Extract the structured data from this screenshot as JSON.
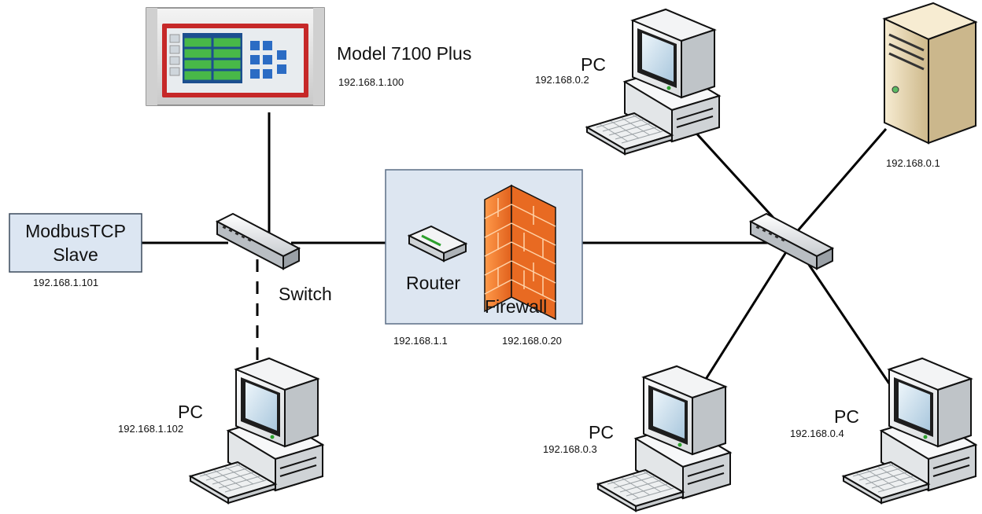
{
  "diagram": {
    "model": {
      "name": "Model 7100 Plus",
      "ip": "192.168.1.100"
    },
    "slave": {
      "line1": "ModbusTCP",
      "line2": "Slave",
      "ip": "192.168.1.101"
    },
    "switch_label": "Switch",
    "router": {
      "label": "Router",
      "ip": "192.168.1.1"
    },
    "firewall": {
      "label": "Firewall",
      "ip": "192.168.0.20"
    },
    "pc_left": {
      "label": "PC",
      "ip": "192.168.1.102"
    },
    "pc_top": {
      "label": "PC",
      "ip": "192.168.0.2"
    },
    "server": {
      "ip": "192.168.0.1"
    },
    "pc_bottom_mid": {
      "label": "PC",
      "ip": "192.168.0.3"
    },
    "pc_bottom_right": {
      "label": "PC",
      "ip": "192.168.0.4"
    }
  },
  "colors": {
    "line": "#000000",
    "slave_box_fill": "#dce6f2",
    "slave_box_stroke": "#3b4a5c",
    "router_group_fill": "#dde6f1",
    "router_group_stroke": "#5b6f86",
    "firewall_orange": "#f07a2e",
    "screen_green": "#3fae3a",
    "server_beige": "#ead9b3"
  }
}
